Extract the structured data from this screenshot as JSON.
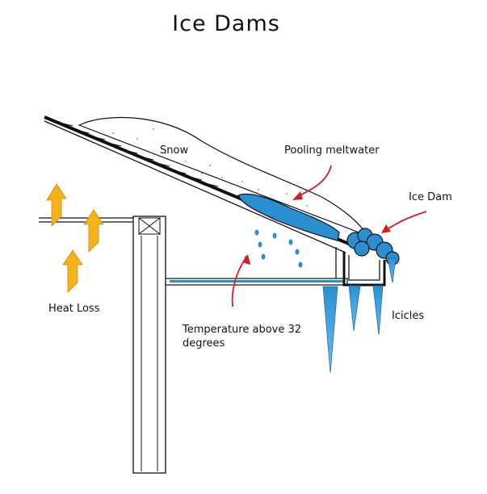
{
  "title": "Ice Dams",
  "labels": {
    "snow": "Snow",
    "pooling": "Pooling meltwater",
    "ice_dam": "Ice Dam",
    "heat_loss": "Heat Loss",
    "icicles": "Icicles",
    "temperature": "Temperature above 32 degrees"
  },
  "colors": {
    "water": "#2a8fd0",
    "water_dark": "#1f6fb0",
    "arrow_red": "#d42020",
    "heat": "#f5b21a",
    "outline": "#111111"
  }
}
